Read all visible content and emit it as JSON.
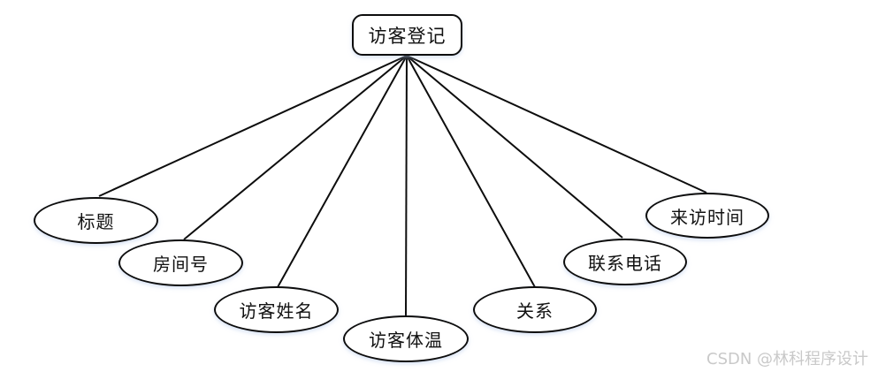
{
  "diagram": {
    "title_hint": "ER attribute diagram",
    "root": {
      "label": "访客登记"
    },
    "attributes": [
      {
        "label": "标题"
      },
      {
        "label": "房间号"
      },
      {
        "label": "访客姓名"
      },
      {
        "label": "访客体温"
      },
      {
        "label": "关系"
      },
      {
        "label": "联系电话"
      },
      {
        "label": "来访时间"
      }
    ],
    "colors": {
      "stroke": "#0d0d0d",
      "fill": "#ffffff",
      "text": "#111111",
      "watermark": "#c9c9c9"
    }
  },
  "watermark": {
    "text": "CSDN @林科程序设计"
  }
}
